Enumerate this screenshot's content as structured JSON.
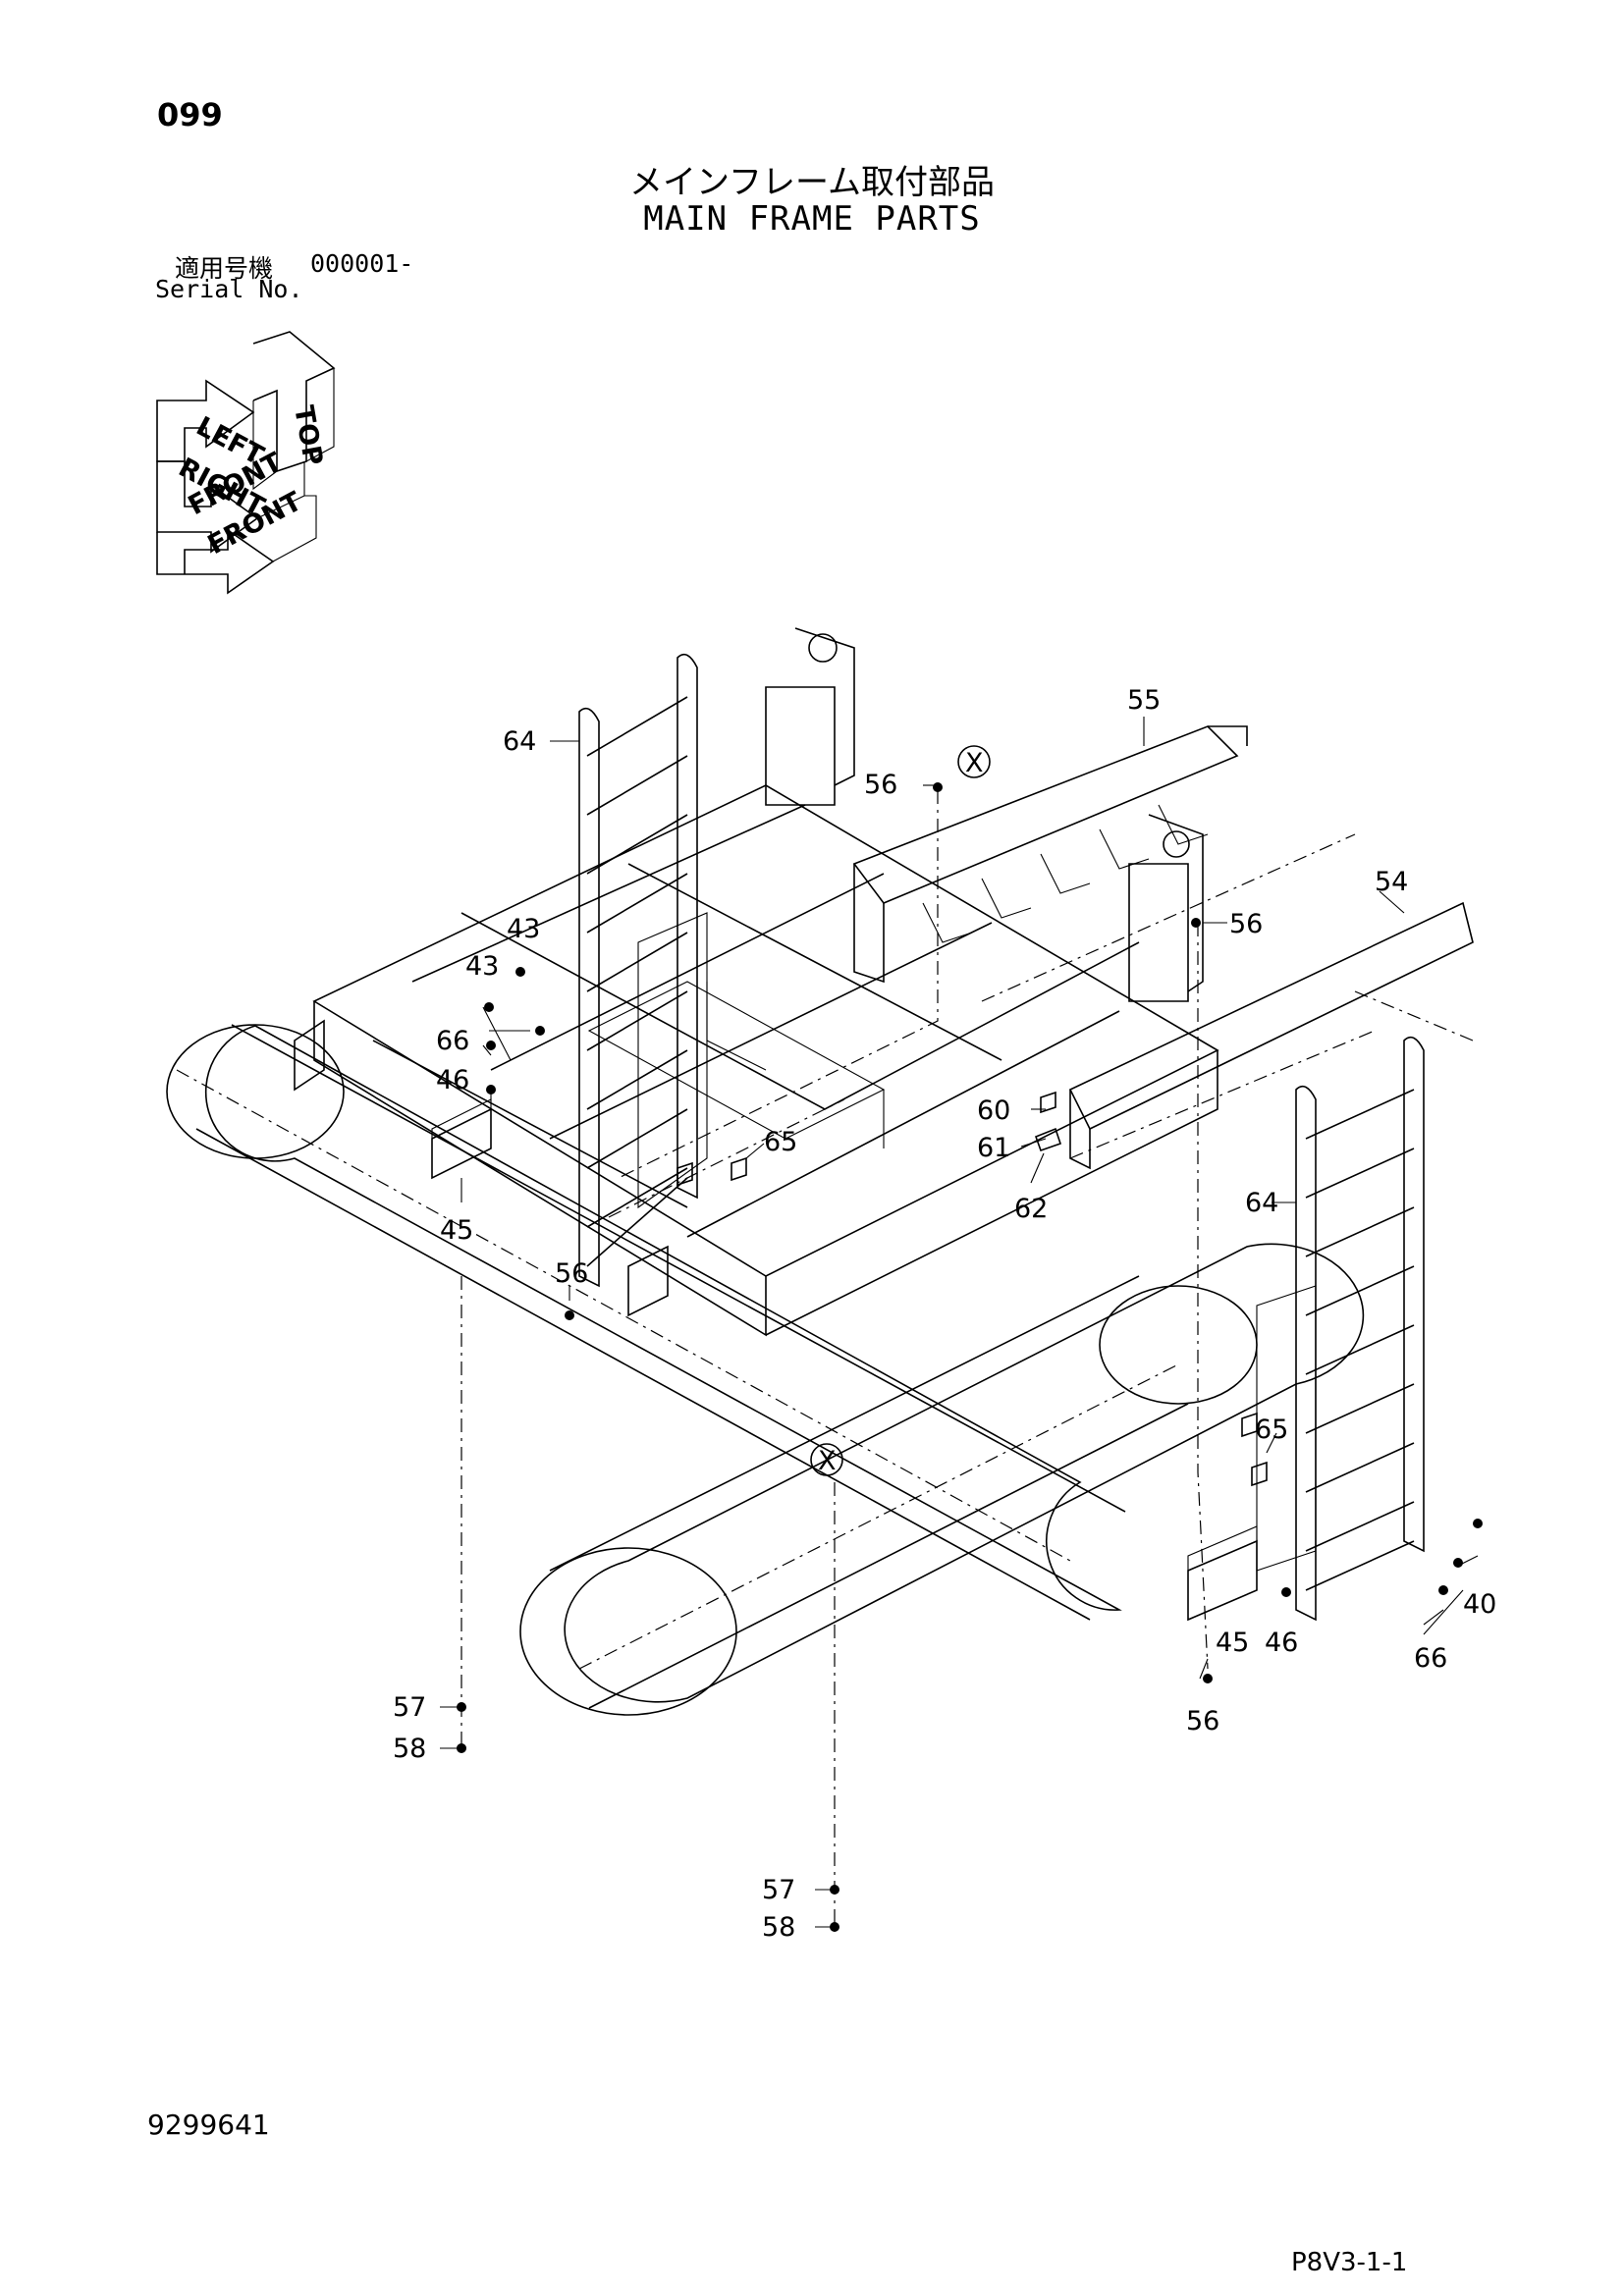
{
  "header": {
    "page_number": "099",
    "title_jp": "メインフレーム取付部品",
    "title_en": "MAIN FRAME PARTS",
    "serial_label_jp": "適用号機",
    "serial_value": "000001-",
    "serial_label_en": "Serial No."
  },
  "orientation_indicator": {
    "labels": [
      "TOP",
      "LEFT",
      "RIGHT",
      "FRONT",
      "FRONT"
    ]
  },
  "diagram": {
    "section_marks": [
      "X",
      "X"
    ],
    "callouts": [
      "64",
      "56",
      "55",
      "43",
      "43",
      "66",
      "46",
      "45",
      "65",
      "54",
      "56",
      "60",
      "61",
      "62",
      "64",
      "56",
      "65",
      "40",
      "45",
      "46",
      "66",
      "56",
      "57",
      "58",
      "57",
      "58"
    ]
  },
  "footer": {
    "doc_number": "9299641",
    "page_code": "P8V3-1-1"
  }
}
